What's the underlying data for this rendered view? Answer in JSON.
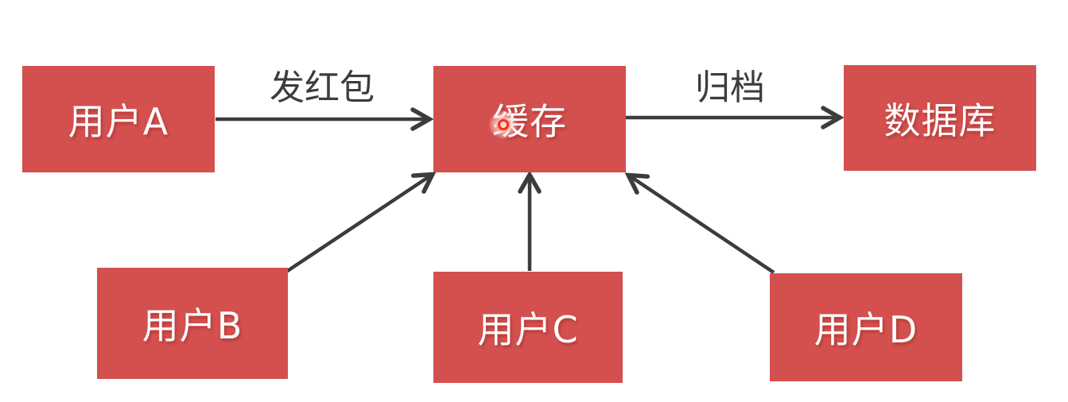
{
  "diagram": {
    "type": "flowchart",
    "nodes": [
      {
        "id": "userA",
        "label": "用户A"
      },
      {
        "id": "cache",
        "label": "缓存"
      },
      {
        "id": "database",
        "label": "数据库"
      },
      {
        "id": "userB",
        "label": "用户B"
      },
      {
        "id": "userC",
        "label": "用户C"
      },
      {
        "id": "userD",
        "label": "用户D"
      }
    ],
    "edges": [
      {
        "from": "userA",
        "to": "cache",
        "label": "发红包"
      },
      {
        "from": "cache",
        "to": "database",
        "label": "归档"
      },
      {
        "from": "userB",
        "to": "cache",
        "label": ""
      },
      {
        "from": "userC",
        "to": "cache",
        "label": ""
      },
      {
        "from": "userD",
        "to": "cache",
        "label": ""
      }
    ],
    "colors": {
      "node_fill": "#d4504e",
      "node_text": "#ffffff",
      "arrow": "#3c3c3c",
      "label_text": "#3c3c3c",
      "background": "#ffffff",
      "click_indicator": "#f93120"
    }
  }
}
